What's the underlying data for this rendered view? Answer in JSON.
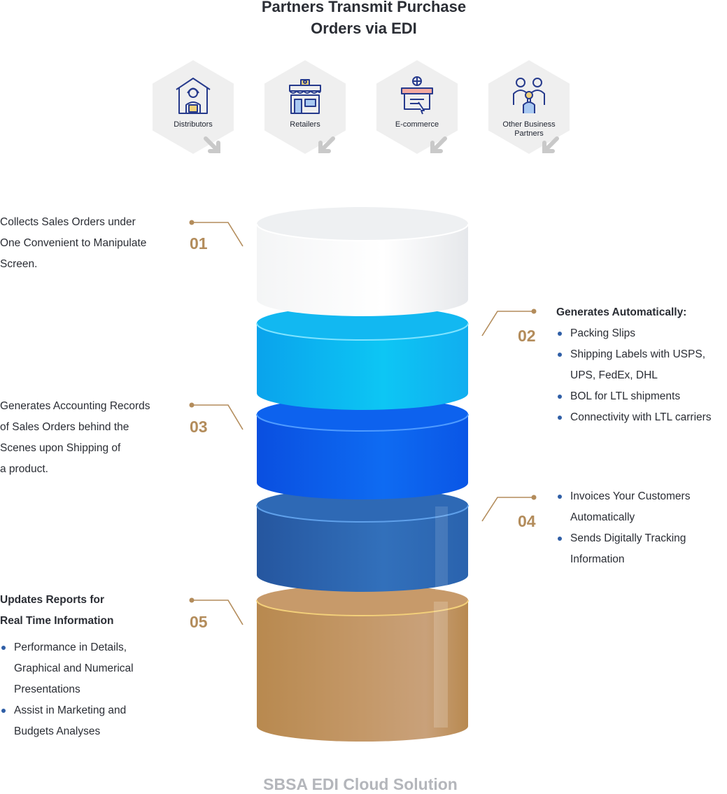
{
  "title_line1": "Partners Transmit Purchase",
  "title_line2": "Orders via EDI",
  "partners": [
    {
      "label": "Distributors",
      "icon": "warehouse-worker-icon"
    },
    {
      "label": "Retailers",
      "icon": "store-icon"
    },
    {
      "label": "E-commerce",
      "icon": "online-shop-icon"
    },
    {
      "label_line1": "Other Business",
      "label_line2": "Partners",
      "icon": "people-group-icon"
    }
  ],
  "steps": {
    "s01": {
      "number": "01",
      "lines": [
        "Collects Sales Orders under",
        "One Convenient to Manipulate",
        "Screen."
      ]
    },
    "s02": {
      "number": "02",
      "heading": "Generates Automatically:",
      "bullets": [
        {
          "lines": [
            "Packing Slips"
          ]
        },
        {
          "lines": [
            "Shipping Labels with USPS,",
            "UPS, FedEx, DHL"
          ]
        },
        {
          "lines": [
            "BOL for LTL shipments"
          ]
        },
        {
          "lines": [
            "Connectivity with LTL carriers"
          ]
        }
      ]
    },
    "s03": {
      "number": "03",
      "lines": [
        "Generates Accounting Records",
        "of Sales Orders behind the",
        "Scenes upon Shipping of",
        "a product."
      ]
    },
    "s04": {
      "number": "04",
      "bullets": [
        {
          "lines": [
            "Invoices Your Customers",
            "Automatically"
          ]
        },
        {
          "lines": [
            "Sends Digitally Tracking",
            "Information"
          ]
        }
      ]
    },
    "s05": {
      "number": "05",
      "heading_line1": "Updates Reports for",
      "heading_line2": "Real Time Information",
      "bullets": [
        {
          "lines": [
            "Performance in Details,",
            "Graphical and Numerical",
            "Presentations"
          ]
        },
        {
          "lines": [
            "Assist in Marketing and",
            "Budgets Analyses"
          ]
        }
      ]
    }
  },
  "colors": {
    "layer1": "#e9ebee",
    "layer2": "#14b2ef",
    "layer3": "#0a57e8",
    "layer4": "#2d66b7",
    "layer5": "#c29560",
    "accent_gold": "#b38c5b",
    "bullet": "#2f5ea6"
  },
  "footer": "SBSA EDI Cloud Solution"
}
